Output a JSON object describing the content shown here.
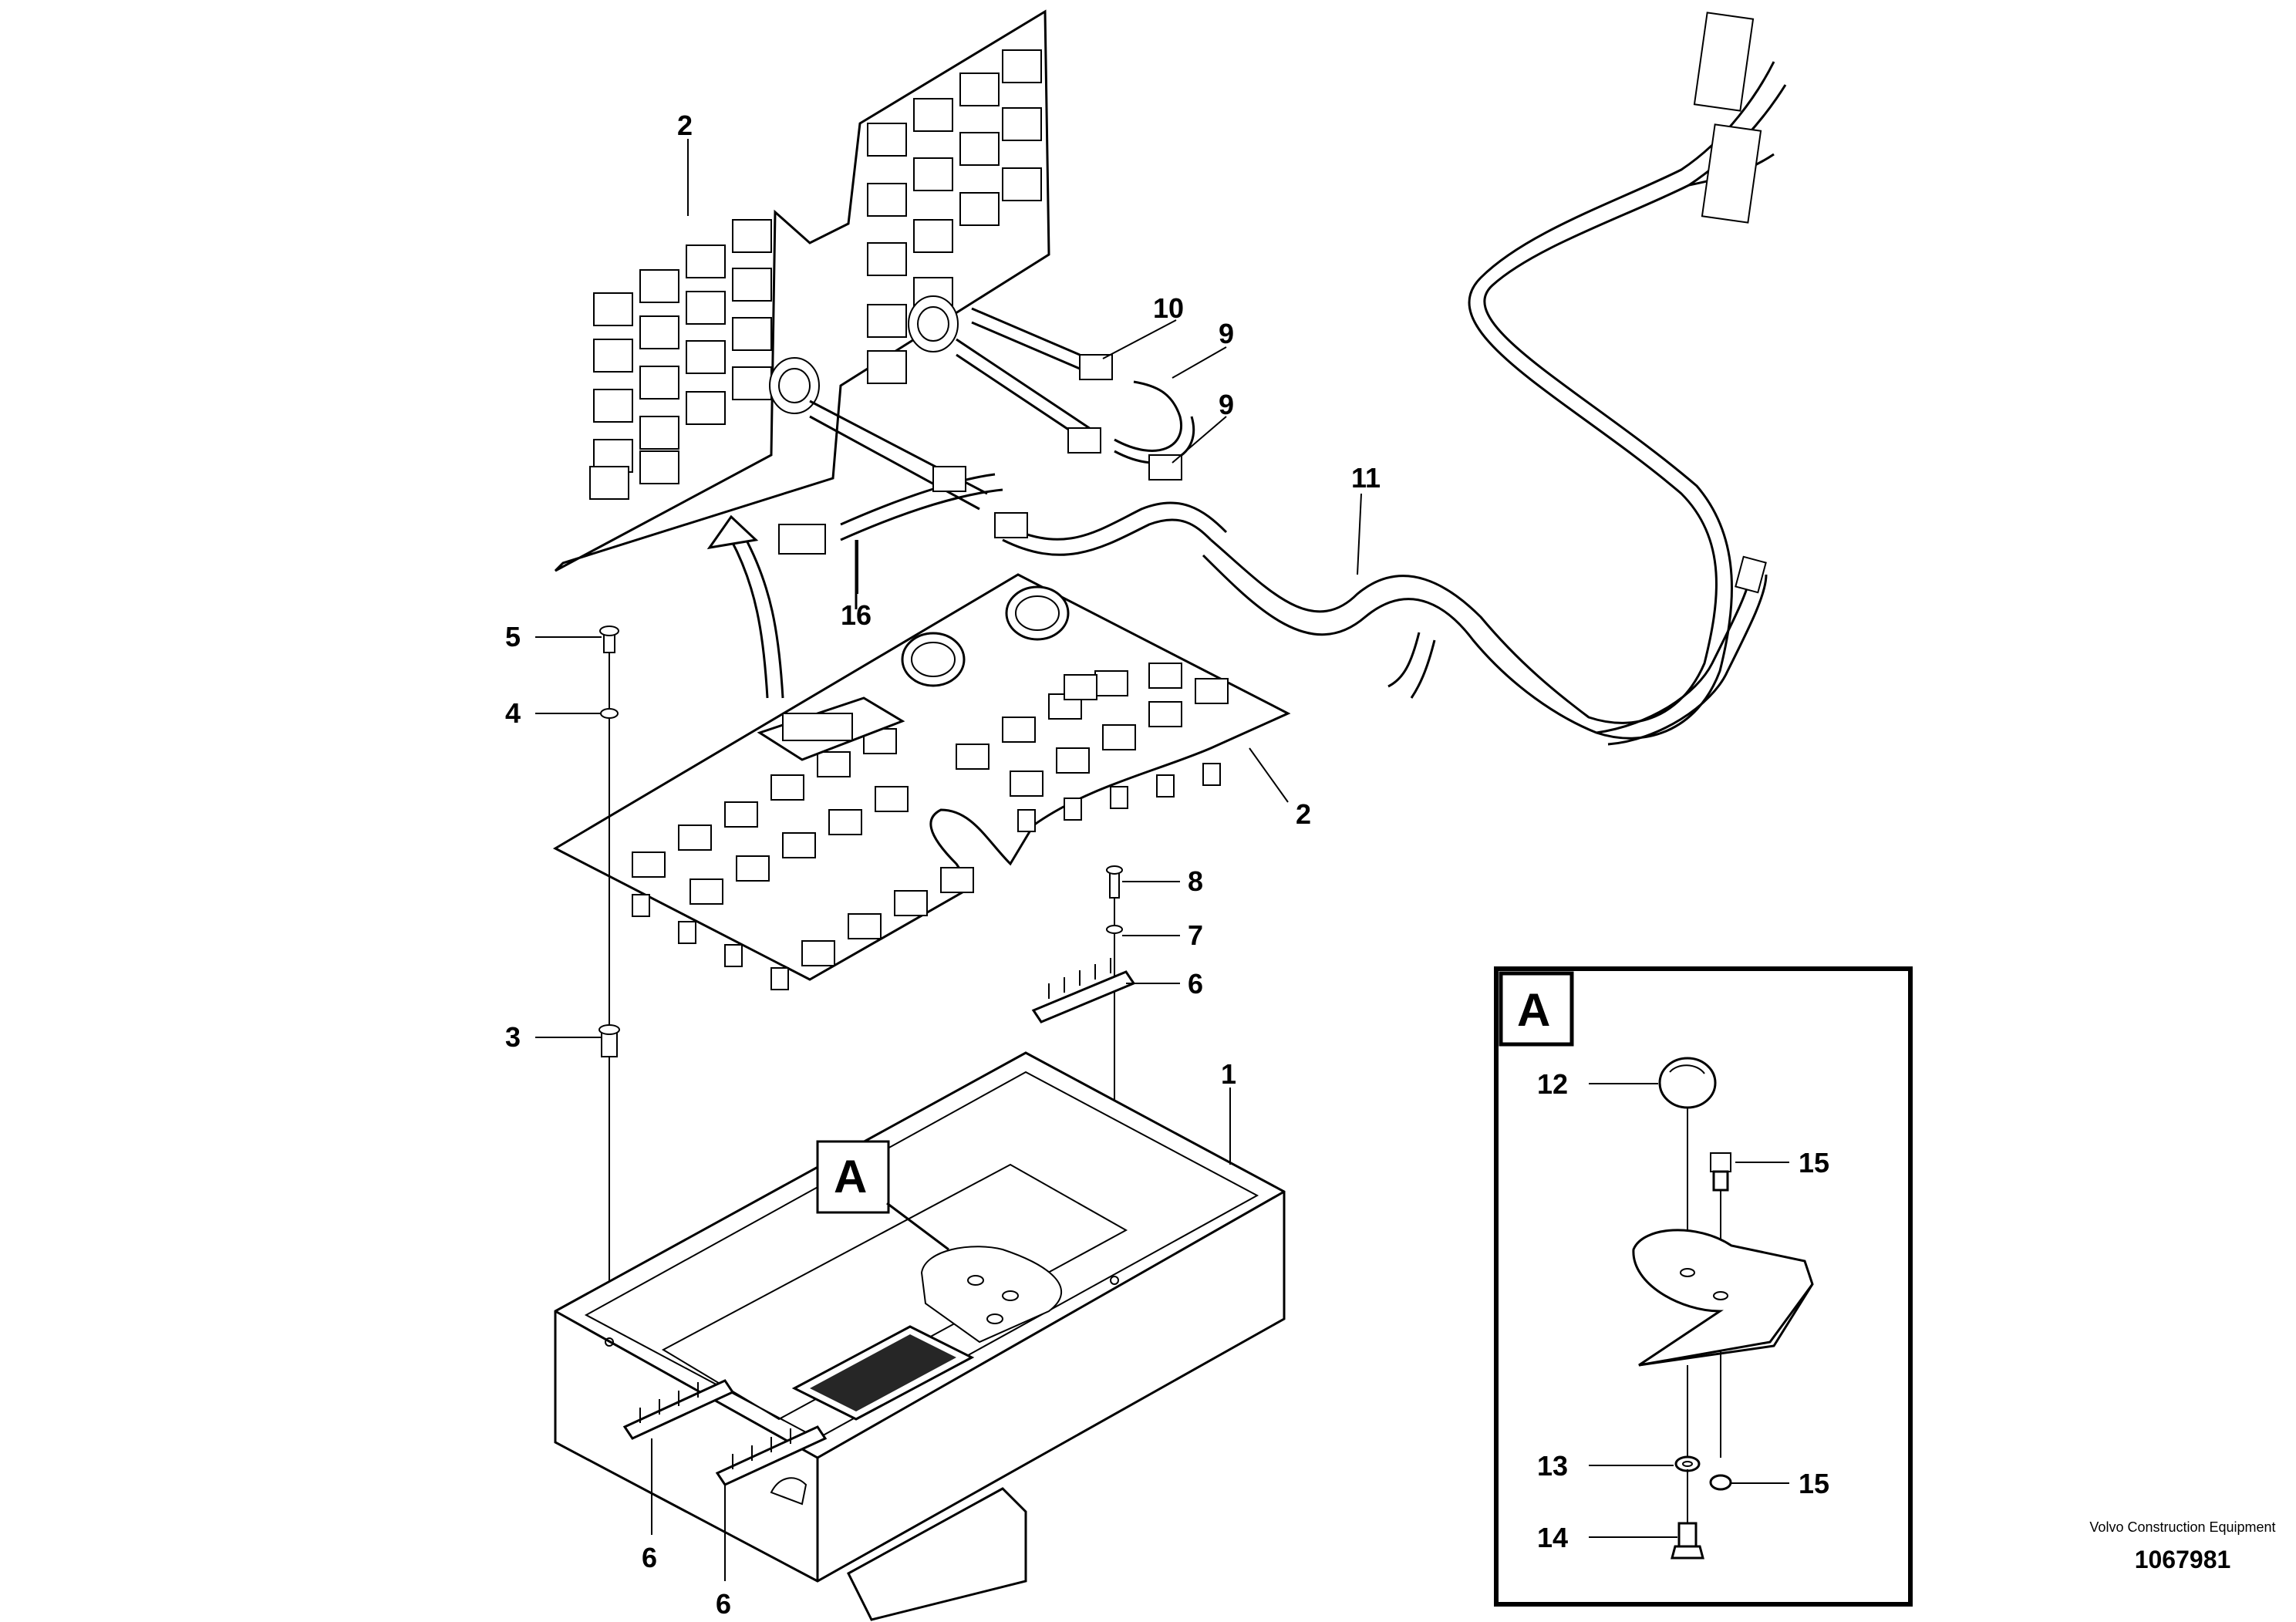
{
  "callouts": {
    "c1": "1",
    "c2a": "2",
    "c2b": "2",
    "c3": "3",
    "c4": "4",
    "c5": "5",
    "c6a": "6",
    "c6b": "6",
    "c6c": "6",
    "c7": "7",
    "c8": "8",
    "c9a": "9",
    "c9b": "9",
    "c10": "10",
    "c11": "11",
    "c12": "12",
    "c13": "13",
    "c14": "14",
    "c15a": "15",
    "c15b": "15",
    "c16": "16"
  },
  "detail": {
    "ref_main": "A",
    "ref_box": "A"
  },
  "credit": {
    "maker": "Volvo Construction Equipment",
    "drawing_number": "1067981"
  }
}
